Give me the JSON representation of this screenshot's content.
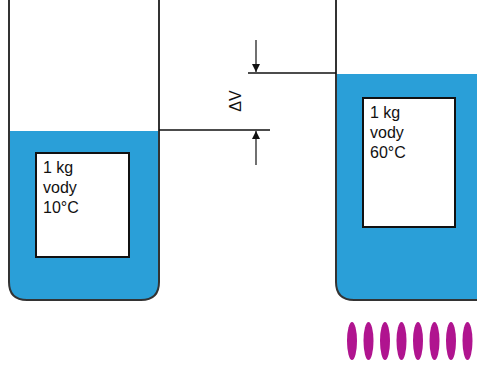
{
  "diagram": {
    "nodes": [
      {
        "text": [
          "1 kg vody 10°C"
        ]
      },
      {
        "text": [
          "1 kg vody 60°C"
        ]
      }
    ],
    "labels": [
      "ΔV"
    ]
  }
}
